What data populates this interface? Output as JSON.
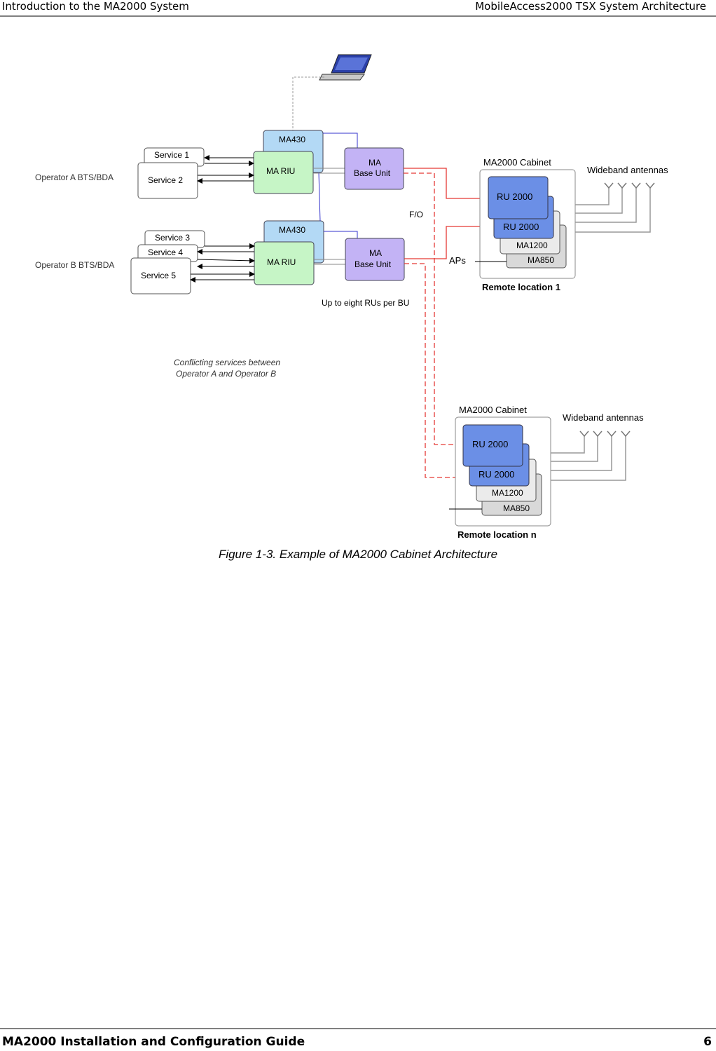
{
  "header": {
    "left": "Introduction to the MA2000 System",
    "right": "MobileAccess2000 TSX System Architecture"
  },
  "footer": {
    "left": "MA2000 Installation and Configuration Guide",
    "page": "6"
  },
  "figure": {
    "caption": "Figure 1-3. Example of MA2000 Cabinet Architecture",
    "operator_a": "Operator A BTS/BDA",
    "operator_b": "Operator B BTS/BDA",
    "service1": "Service 1",
    "service2": "Service 2",
    "service3": "Service 3",
    "service4": "Service 4",
    "service5": "Service 5",
    "ma430": "MA430",
    "ma_riu": "MA RIU",
    "bu_line1": "MA",
    "bu_line2": "Base Unit",
    "fo": "F/O",
    "aps": "APs",
    "up_to_eight": "Up to eight RUs per BU",
    "conflict_line1": "Conflicting services between",
    "conflict_line2": "Operator A  and Operator B",
    "cabinet": "MA2000 Cabinet",
    "wideband": "Wideband antennas",
    "ru2000": "RU 2000",
    "ma1200": "MA1200",
    "ma850": "MA850",
    "remote1": "Remote location 1",
    "remote_n": "Remote location n"
  },
  "colors": {
    "ma430": "#b3d9f5",
    "riu": "#c6f5c6",
    "base_unit": "#c3b3f5",
    "ru": "#6b8fe6",
    "gray_unit": "#d9d9d9",
    "fiber": "#e53935",
    "blue_link": "#3333cc"
  }
}
